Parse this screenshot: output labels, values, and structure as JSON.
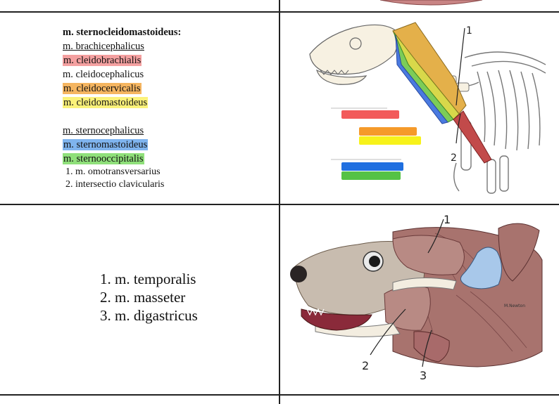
{
  "row1": {
    "heading": "m. sternocleidomastoideus:",
    "group1": [
      {
        "text": "m. brachicephalicus",
        "style": "underline",
        "color": ""
      },
      {
        "text": "m. cleidobrachialis",
        "style": "highlight",
        "color": "#f4a0a0"
      },
      {
        "text": "m. cleidocephalicus",
        "style": "plain",
        "color": ""
      },
      {
        "text": "m. cleidocervicalis",
        "style": "highlight",
        "color": "#f5b560"
      },
      {
        "text": "m. cleidomastoideus",
        "style": "highlight",
        "color": "#fbf27a"
      }
    ],
    "group2": [
      {
        "text": "m. sternocephalicus",
        "style": "underline",
        "color": ""
      },
      {
        "text": "m. sternomastoideus",
        "style": "highlight",
        "color": "#7fb4ee"
      },
      {
        "text": "m. sternooccipitalis",
        "style": "highlight",
        "color": "#8fe07a"
      }
    ],
    "numbered": [
      "1. m. omotransversarius",
      "2. intersectio clavicularis"
    ],
    "image_labels": [
      "1",
      "2"
    ]
  },
  "row2": {
    "list": [
      "1. m. temporalis",
      "2. m. masseter",
      "3. m. digastricus"
    ],
    "image_labels": [
      "1",
      "2",
      "3"
    ],
    "signature": "M.Newton"
  },
  "colors": {
    "red": "#f25a5a",
    "orange": "#f59a2a",
    "yellow": "#f7f21a",
    "blue": "#1f6fe0",
    "green": "#55c245"
  }
}
